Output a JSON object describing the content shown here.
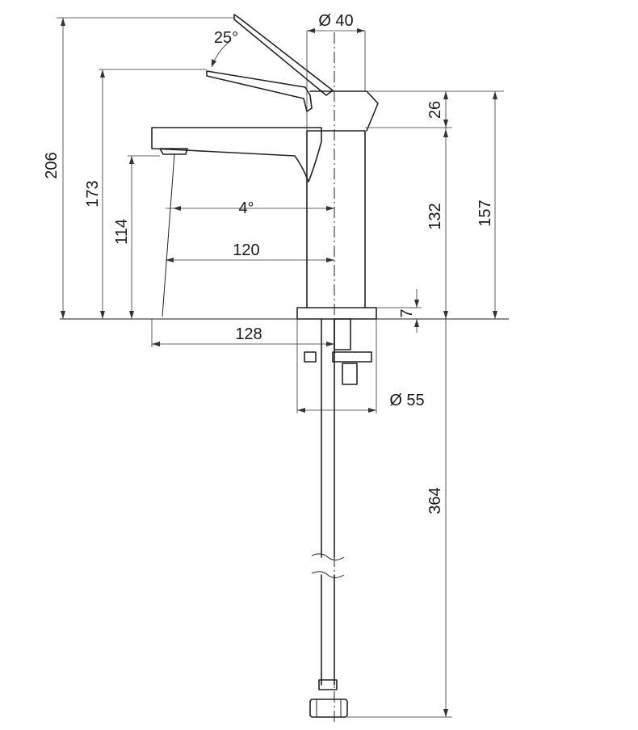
{
  "drawing": {
    "kind": "basin mixer tap dimension drawing",
    "colors": {
      "line": "#222222",
      "background": "#ffffff"
    }
  },
  "dimensions": {
    "total_height": "206",
    "lever_height": "173",
    "spout_outlet_height": "114",
    "body_diameter": "Ø 40",
    "lever_angle": "25°",
    "spout_angle": "4°",
    "lever_top": "26",
    "spout_top_height": "132",
    "body_height": "157",
    "base_plate": "7",
    "spout_reach": "120",
    "overall_reach": "128",
    "base_diameter": "Ø 55",
    "hose_length": "364"
  }
}
